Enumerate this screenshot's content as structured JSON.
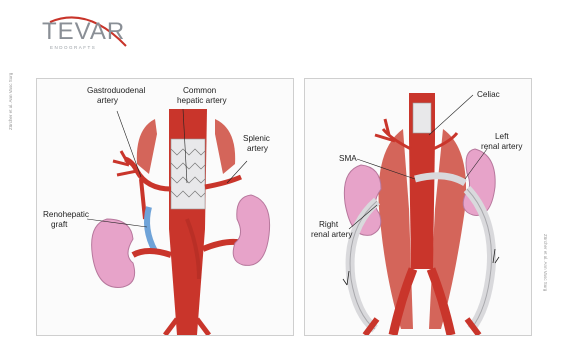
{
  "logo": {
    "text": "TEVAR",
    "subtitle": "ENDOGRAFTS",
    "accent_color": "#c8342a"
  },
  "left_panel": {
    "labels": {
      "gastroduodenal": [
        "Gastroduodenal",
        "artery"
      ],
      "common_hepatic": [
        "Common",
        "hepatic artery"
      ],
      "splenic": [
        "Splenic",
        "artery"
      ],
      "renohepatic": [
        "Renohepatic",
        "graft"
      ]
    },
    "credit": "Zürcher et al. Ann Vasc Surg"
  },
  "right_panel": {
    "labels": {
      "celiac": [
        "Celiac"
      ],
      "sma": [
        "SMA"
      ],
      "left_renal": [
        "Left",
        "renal artery"
      ],
      "right_renal": [
        "Right",
        "renal artery"
      ]
    },
    "credit": "Zürcher et al. Ann Vasc Surg"
  },
  "colors": {
    "artery": "#c9352b",
    "kidney": "#e7a3c9",
    "graft_blue": "#6fa3d8"
  }
}
